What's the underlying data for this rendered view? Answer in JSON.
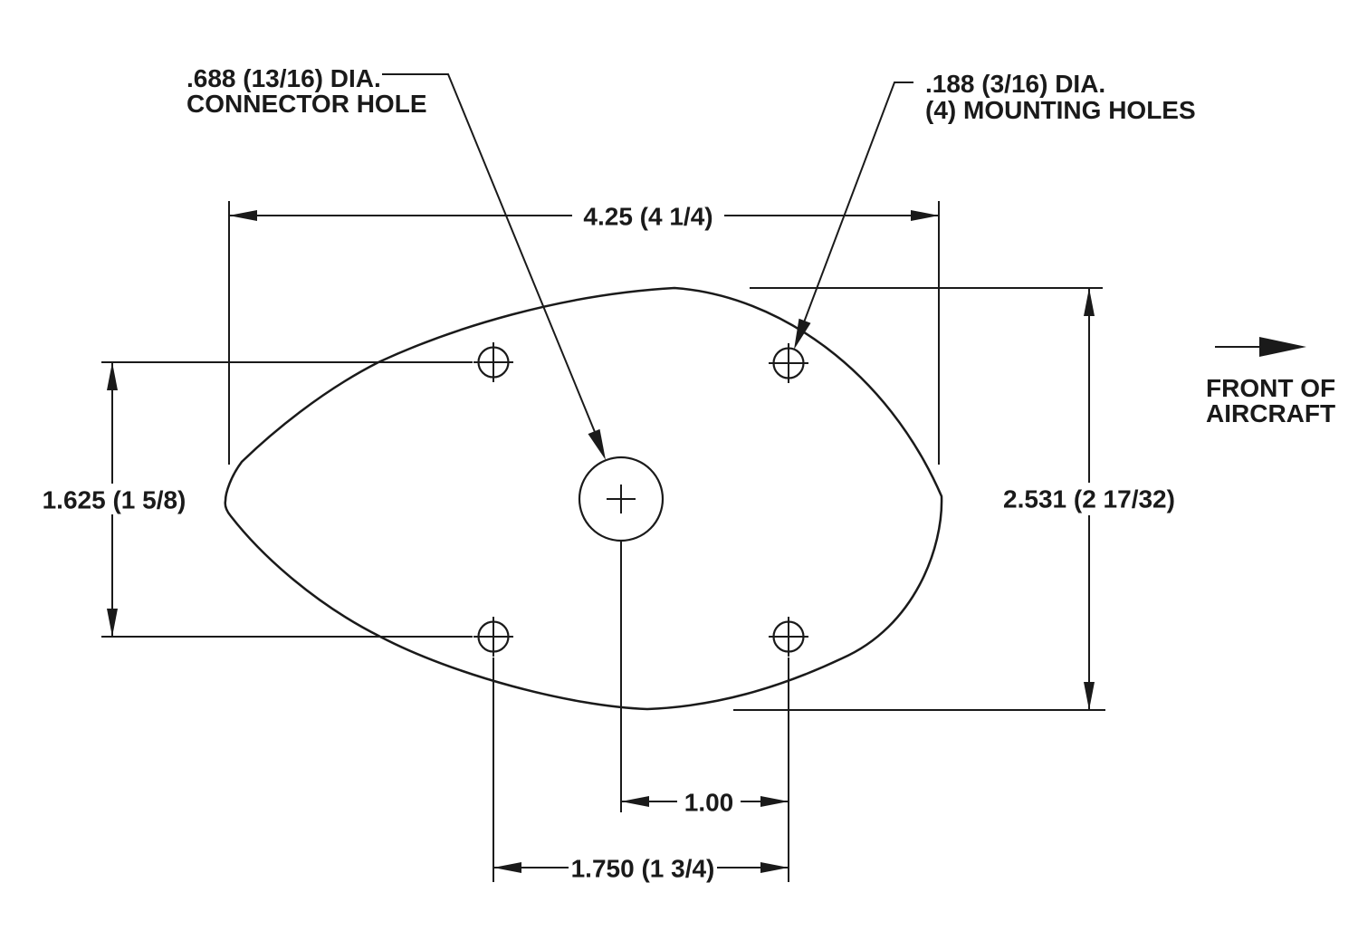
{
  "colors": {
    "ink": "#1a1a1a",
    "background": "#ffffff"
  },
  "callouts": {
    "connector_hole": {
      "line1": ".688 (13/16) DIA.",
      "line2": "CONNECTOR HOLE"
    },
    "mounting_holes": {
      "line1": ".188 (3/16) DIA.",
      "line2": "(4) MOUNTING HOLES"
    }
  },
  "dimensions": {
    "overall_width": "4.25 (4 1/4)",
    "mount_row_spacing": "1.625 (1 5/8)",
    "overall_height": "2.531 (2 17/32)",
    "connector_to_mount_column": "1.00",
    "mount_column_spacing": "1.750 (1 3/4)"
  },
  "orientation_note": {
    "line1": "FRONT OF",
    "line2": "AIRCRAFT"
  }
}
